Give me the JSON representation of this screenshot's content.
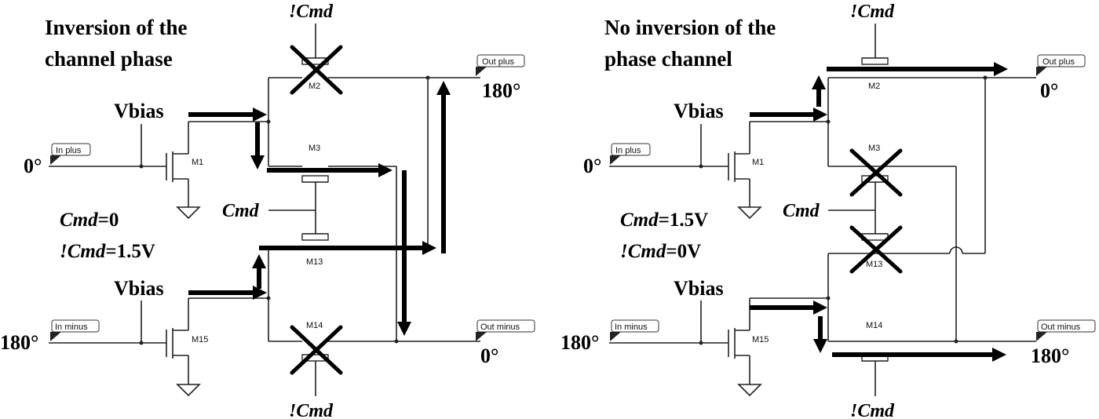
{
  "left": {
    "title_line1": "Inversion of the",
    "title_line2": "channel phase",
    "vbias_top": "Vbias",
    "vbias_bottom": "Vbias",
    "in_plus_label": "In plus",
    "in_minus_label": "In minus",
    "out_plus_label": "Out plus",
    "out_minus_label": "Out minus",
    "in_plus_phase": "0°",
    "in_minus_phase": "180°",
    "out_plus_phase": "180°",
    "out_minus_phase": "0°",
    "cmd_top": "!Cmd",
    "cmd_mid": "Cmd",
    "cmd_bottom": "!Cmd",
    "cond1_var": "Cmd",
    "cond1_val": "=0",
    "cond2_var": "!Cmd",
    "cond2_val": "=1.5V",
    "transistors": {
      "m1": "M1",
      "m2": "M2",
      "m3": "M3",
      "m13": "M13",
      "m14": "M14",
      "m15": "M15"
    }
  },
  "right": {
    "title_line1": "No inversion of the",
    "title_line2": "phase channel",
    "vbias_top": "Vbias",
    "vbias_bottom": "Vbias",
    "in_plus_label": "In plus",
    "in_minus_label": "In minus",
    "out_plus_label": "Out plus",
    "out_minus_label": "Out minus",
    "in_plus_phase": "0°",
    "in_minus_phase": "180°",
    "out_plus_phase": "0°",
    "out_minus_phase": "180°",
    "cmd_top": "!Cmd",
    "cmd_mid": "Cmd",
    "cmd_bottom": "!Cmd",
    "cond1_var": "Cmd",
    "cond1_val": "=1.5V",
    "cond2_var": "!Cmd",
    "cond2_val": "=0V",
    "transistors": {
      "m1": "M1",
      "m2": "M2",
      "m3": "M3",
      "m13": "M13",
      "m14": "M14",
      "m15": "M15"
    }
  }
}
